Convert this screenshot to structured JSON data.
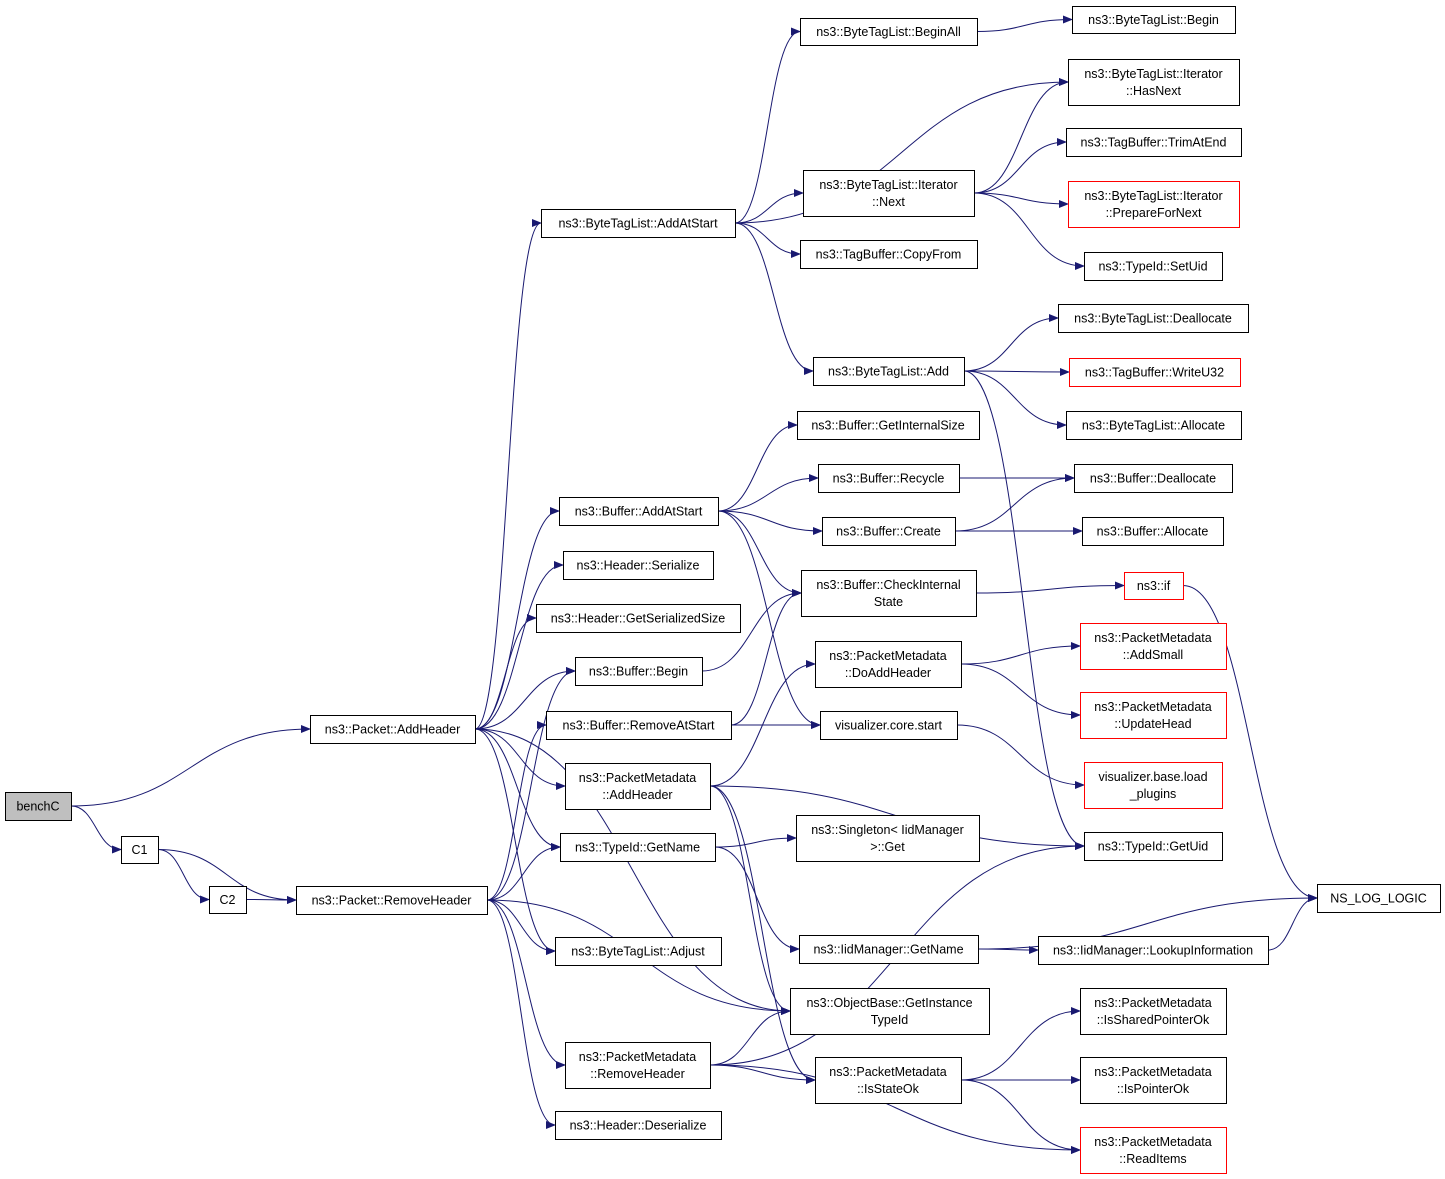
{
  "diagram": {
    "type": "call-graph",
    "colors": {
      "edge": "#191970",
      "root_fill": "#bfbfbf",
      "node_border": "#000000",
      "external_border": "#ff0000"
    },
    "nodes": [
      {
        "id": "benchC",
        "lines": [
          "benchC"
        ],
        "root": true
      },
      {
        "id": "C1",
        "lines": [
          "C1"
        ]
      },
      {
        "id": "C2",
        "lines": [
          "C2"
        ]
      },
      {
        "id": "addHeader",
        "lines": [
          "ns3::Packet::AddHeader"
        ]
      },
      {
        "id": "removeHeader",
        "lines": [
          "ns3::Packet::RemoveHeader"
        ]
      },
      {
        "id": "btlAddAtStart",
        "lines": [
          "ns3::ByteTagList::AddAtStart"
        ]
      },
      {
        "id": "bufAddAtStart",
        "lines": [
          "ns3::Buffer::AddAtStart"
        ]
      },
      {
        "id": "hdrSerialize",
        "lines": [
          "ns3::Header::Serialize"
        ]
      },
      {
        "id": "hdrGetSerSize",
        "lines": [
          "ns3::Header::GetSerializedSize"
        ]
      },
      {
        "id": "bufBegin",
        "lines": [
          "ns3::Buffer::Begin"
        ]
      },
      {
        "id": "bufRemoveAtStart",
        "lines": [
          "ns3::Buffer::RemoveAtStart"
        ]
      },
      {
        "id": "pmAddHeader",
        "lines": [
          "ns3::PacketMetadata",
          "::AddHeader"
        ]
      },
      {
        "id": "typeIdGetName",
        "lines": [
          "ns3::TypeId::GetName"
        ]
      },
      {
        "id": "btlAdjust",
        "lines": [
          "ns3::ByteTagList::Adjust"
        ]
      },
      {
        "id": "pmRemoveHeader",
        "lines": [
          "ns3::PacketMetadata",
          "::RemoveHeader"
        ]
      },
      {
        "id": "hdrDeserialize",
        "lines": [
          "ns3::Header::Deserialize"
        ]
      },
      {
        "id": "btlBeginAll",
        "lines": [
          "ns3::ByteTagList::BeginAll"
        ]
      },
      {
        "id": "btlIterNext",
        "lines": [
          "ns3::ByteTagList::Iterator",
          "::Next"
        ]
      },
      {
        "id": "tbCopyFrom",
        "lines": [
          "ns3::TagBuffer::CopyFrom"
        ]
      },
      {
        "id": "btlAdd",
        "lines": [
          "ns3::ByteTagList::Add"
        ]
      },
      {
        "id": "bufGetInternalSize",
        "lines": [
          "ns3::Buffer::GetInternalSize"
        ]
      },
      {
        "id": "bufRecycle",
        "lines": [
          "ns3::Buffer::Recycle"
        ]
      },
      {
        "id": "bufCreate",
        "lines": [
          "ns3::Buffer::Create"
        ]
      },
      {
        "id": "bufCheckInternal",
        "lines": [
          "ns3::Buffer::CheckInternal",
          "State"
        ]
      },
      {
        "id": "pmDoAddHeader",
        "lines": [
          "ns3::PacketMetadata",
          "::DoAddHeader"
        ]
      },
      {
        "id": "vizCoreStart",
        "lines": [
          "visualizer.core.start"
        ]
      },
      {
        "id": "singletonGet",
        "lines": [
          "ns3::Singleton< IidManager",
          ">::Get"
        ]
      },
      {
        "id": "iidGetName",
        "lines": [
          "ns3::IidManager::GetName"
        ]
      },
      {
        "id": "obGetInstanceTypeId",
        "lines": [
          "ns3::ObjectBase::GetInstance",
          "TypeId"
        ]
      },
      {
        "id": "pmIsStateOk",
        "lines": [
          "ns3::PacketMetadata",
          "::IsStateOk"
        ]
      },
      {
        "id": "btlBegin",
        "lines": [
          "ns3::ByteTagList::Begin"
        ]
      },
      {
        "id": "btlIterHasNext",
        "lines": [
          "ns3::ByteTagList::Iterator",
          "::HasNext"
        ]
      },
      {
        "id": "tbTrimAtEnd",
        "lines": [
          "ns3::TagBuffer::TrimAtEnd"
        ]
      },
      {
        "id": "btlIterPrepare",
        "lines": [
          "ns3::ByteTagList::Iterator",
          "::PrepareForNext"
        ],
        "external": true
      },
      {
        "id": "typeIdSetUid",
        "lines": [
          "ns3::TypeId::SetUid"
        ]
      },
      {
        "id": "btlDeallocate",
        "lines": [
          "ns3::ByteTagList::Deallocate"
        ]
      },
      {
        "id": "tbWriteU32",
        "lines": [
          "ns3::TagBuffer::WriteU32"
        ],
        "external": true
      },
      {
        "id": "btlAllocate",
        "lines": [
          "ns3::ByteTagList::Allocate"
        ]
      },
      {
        "id": "bufDeallocate",
        "lines": [
          "ns3::Buffer::Deallocate"
        ]
      },
      {
        "id": "bufAllocate",
        "lines": [
          "ns3::Buffer::Allocate"
        ]
      },
      {
        "id": "ns3if",
        "lines": [
          "ns3::if"
        ],
        "external": true
      },
      {
        "id": "pmAddSmall",
        "lines": [
          "ns3::PacketMetadata",
          "::AddSmall"
        ],
        "external": true
      },
      {
        "id": "pmUpdateHead",
        "lines": [
          "ns3::PacketMetadata",
          "::UpdateHead"
        ],
        "external": true
      },
      {
        "id": "vizLoadPlugins",
        "lines": [
          "visualizer.base.load",
          "_plugins"
        ],
        "external": true
      },
      {
        "id": "typeIdGetUid",
        "lines": [
          "ns3::TypeId::GetUid"
        ]
      },
      {
        "id": "nsLogLogic",
        "lines": [
          "NS_LOG_LOGIC"
        ]
      },
      {
        "id": "iidLookupInfo",
        "lines": [
          "ns3::IidManager::LookupInformation"
        ]
      },
      {
        "id": "pmIsSharedPointerOk",
        "lines": [
          "ns3::PacketMetadata",
          "::IsSharedPointerOk"
        ]
      },
      {
        "id": "pmIsPointerOk",
        "lines": [
          "ns3::PacketMetadata",
          "::IsPointerOk"
        ]
      },
      {
        "id": "pmReadItems",
        "lines": [
          "ns3::PacketMetadata",
          "::ReadItems"
        ],
        "external": true
      }
    ],
    "edges": [
      [
        "benchC",
        "addHeader"
      ],
      [
        "benchC",
        "C1"
      ],
      [
        "C1",
        "C2"
      ],
      [
        "C1",
        "removeHeader"
      ],
      [
        "C2",
        "removeHeader"
      ],
      [
        "addHeader",
        "btlAddAtStart"
      ],
      [
        "addHeader",
        "bufAddAtStart"
      ],
      [
        "addHeader",
        "hdrSerialize"
      ],
      [
        "addHeader",
        "hdrGetSerSize"
      ],
      [
        "addHeader",
        "bufBegin"
      ],
      [
        "addHeader",
        "pmAddHeader"
      ],
      [
        "addHeader",
        "typeIdGetName"
      ],
      [
        "addHeader",
        "btlAdjust"
      ],
      [
        "addHeader",
        "obGetInstanceTypeId"
      ],
      [
        "removeHeader",
        "bufBegin"
      ],
      [
        "removeHeader",
        "bufRemoveAtStart"
      ],
      [
        "removeHeader",
        "typeIdGetName"
      ],
      [
        "removeHeader",
        "btlAdjust"
      ],
      [
        "removeHeader",
        "obGetInstanceTypeId"
      ],
      [
        "removeHeader",
        "pmRemoveHeader"
      ],
      [
        "removeHeader",
        "hdrDeserialize"
      ],
      [
        "btlAddAtStart",
        "btlBeginAll"
      ],
      [
        "btlAddAtStart",
        "btlIterHasNext"
      ],
      [
        "btlAddAtStart",
        "btlIterNext"
      ],
      [
        "btlAddAtStart",
        "tbCopyFrom"
      ],
      [
        "btlAddAtStart",
        "btlAdd"
      ],
      [
        "btlBeginAll",
        "btlBegin"
      ],
      [
        "btlIterNext",
        "btlIterHasNext"
      ],
      [
        "btlIterNext",
        "tbTrimAtEnd"
      ],
      [
        "btlIterNext",
        "btlIterPrepare"
      ],
      [
        "btlIterNext",
        "typeIdSetUid"
      ],
      [
        "btlAdd",
        "btlDeallocate"
      ],
      [
        "btlAdd",
        "tbWriteU32"
      ],
      [
        "btlAdd",
        "btlAllocate"
      ],
      [
        "btlAdd",
        "typeIdGetUid"
      ],
      [
        "bufAddAtStart",
        "bufGetInternalSize"
      ],
      [
        "bufAddAtStart",
        "bufRecycle"
      ],
      [
        "bufAddAtStart",
        "bufCreate"
      ],
      [
        "bufAddAtStart",
        "bufCheckInternal"
      ],
      [
        "bufAddAtStart",
        "vizCoreStart"
      ],
      [
        "bufRecycle",
        "bufDeallocate"
      ],
      [
        "bufCreate",
        "bufDeallocate"
      ],
      [
        "bufCreate",
        "bufAllocate"
      ],
      [
        "bufCheckInternal",
        "ns3if"
      ],
      [
        "ns3if",
        "nsLogLogic"
      ],
      [
        "bufBegin",
        "bufCheckInternal"
      ],
      [
        "bufRemoveAtStart",
        "bufCheckInternal"
      ],
      [
        "bufRemoveAtStart",
        "vizCoreStart"
      ],
      [
        "pmAddHeader",
        "pmDoAddHeader"
      ],
      [
        "pmAddHeader",
        "typeIdGetUid"
      ],
      [
        "pmAddHeader",
        "obGetInstanceTypeId"
      ],
      [
        "pmAddHeader",
        "pmIsStateOk"
      ],
      [
        "pmDoAddHeader",
        "pmAddSmall"
      ],
      [
        "pmDoAddHeader",
        "pmUpdateHead"
      ],
      [
        "vizCoreStart",
        "vizLoadPlugins"
      ],
      [
        "typeIdGetName",
        "singletonGet"
      ],
      [
        "typeIdGetName",
        "iidGetName"
      ],
      [
        "iidGetName",
        "nsLogLogic"
      ],
      [
        "iidGetName",
        "iidLookupInfo"
      ],
      [
        "iidLookupInfo",
        "nsLogLogic"
      ],
      [
        "pmRemoveHeader",
        "obGetInstanceTypeId"
      ],
      [
        "pmRemoveHeader",
        "pmIsStateOk"
      ],
      [
        "pmRemoveHeader",
        "typeIdGetUid"
      ],
      [
        "pmRemoveHeader",
        "pmReadItems"
      ],
      [
        "pmIsStateOk",
        "pmIsSharedPointerOk"
      ],
      [
        "pmIsStateOk",
        "pmIsPointerOk"
      ],
      [
        "pmIsStateOk",
        "pmReadItems"
      ]
    ]
  }
}
